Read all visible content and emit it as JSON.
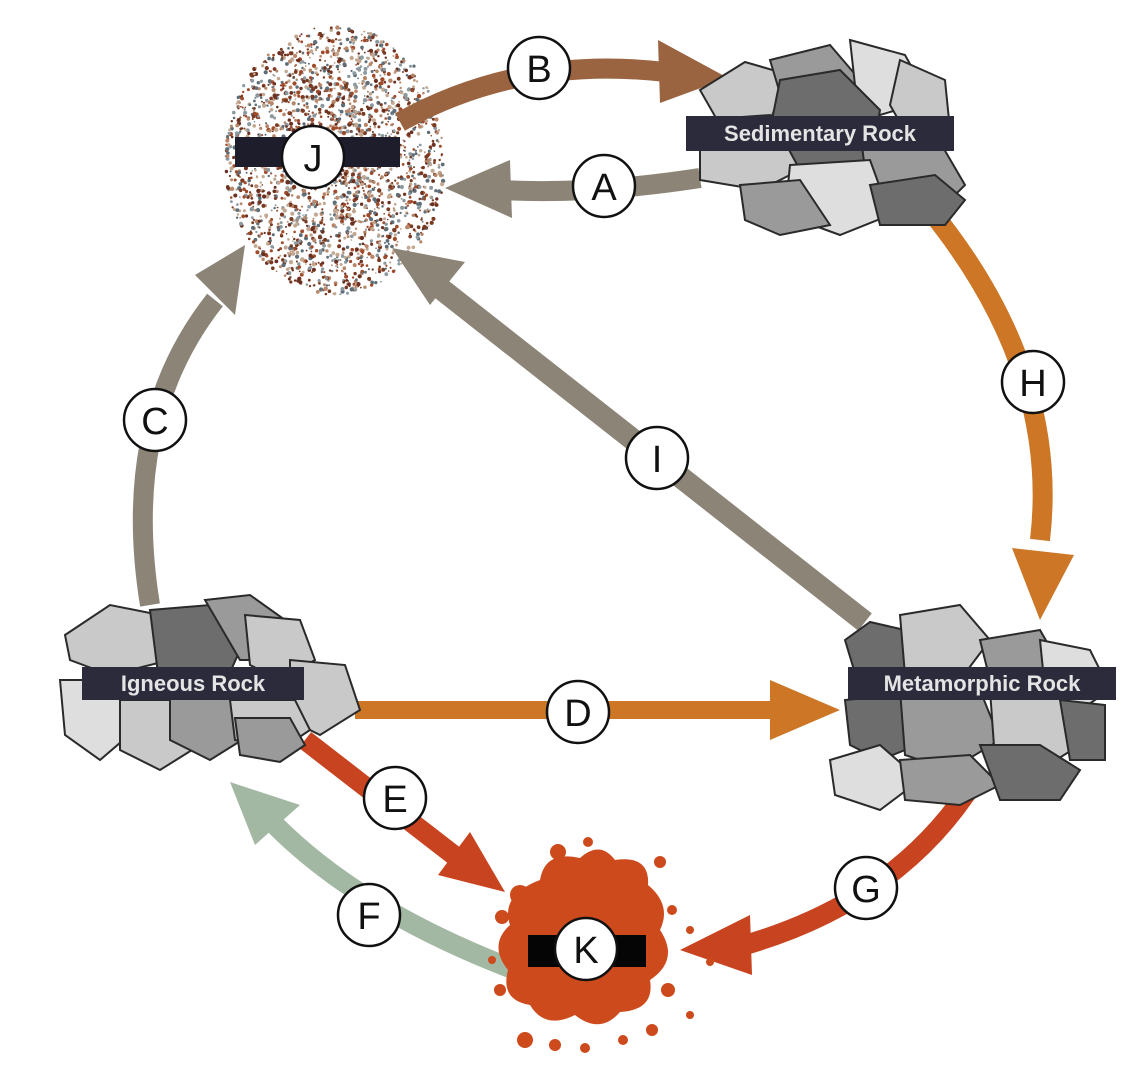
{
  "nodes": {
    "sedimentary": "Sedimentary Rock",
    "igneous": "Igneous Rock",
    "metamorphic": "Metamorphic Rock"
  },
  "labels": {
    "A": "A",
    "B": "B",
    "C": "C",
    "D": "D",
    "E": "E",
    "F": "F",
    "G": "G",
    "H": "H",
    "I": "I",
    "J": "J",
    "K": "K"
  },
  "colors": {
    "gray_arrow": "#8c8577",
    "brown_arrow": "#9b6440",
    "orange_arrow": "#cc7626",
    "red_arrow": "#c8431f",
    "green_arrow": "#a3b8a3",
    "magma": "#cc4a1c",
    "label_box": "#2c2b3c"
  }
}
